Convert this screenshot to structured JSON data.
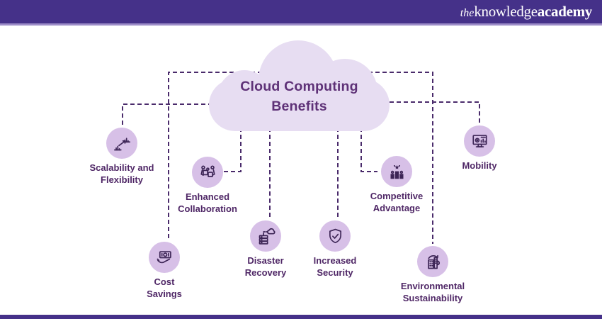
{
  "header": {
    "logo_the": "the",
    "logo_knowledge": "knowledge",
    "logo_academy": "academy"
  },
  "cloud": {
    "title_line1": "Cloud Computing",
    "title_line2": "Benefits"
  },
  "benefits": [
    {
      "label": "Scalability and\nFlexibility",
      "icon": "scaling-chart-icon"
    },
    {
      "label": "Enhanced\nCollaboration",
      "icon": "collaboration-puzzle-icon"
    },
    {
      "label": "Cost\nSavings",
      "icon": "money-hand-icon"
    },
    {
      "label": "Disaster\nRecovery",
      "icon": "server-cloud-backup-icon"
    },
    {
      "label": "Increased\nSecurity",
      "icon": "shield-check-icon"
    },
    {
      "label": "Competitive\nAdvantage",
      "icon": "podium-winner-icon"
    },
    {
      "label": "Environmental\nSustainability",
      "icon": "eco-building-icon"
    },
    {
      "label": "Mobility",
      "icon": "monitor-icon"
    }
  ],
  "colors": {
    "header_bar": "#453189",
    "header_accent_line": "#9d8dc8",
    "footer_bar": "#453189",
    "cloud_fill": "#e7ddf2",
    "node_circle_fill": "#d7c0e7",
    "label_text": "#4f2766",
    "cloud_title_text": "#5e3177",
    "connector_line": "#4a2b6b",
    "icon_stroke": "#3d2556",
    "logo_text": "#ffffff"
  }
}
